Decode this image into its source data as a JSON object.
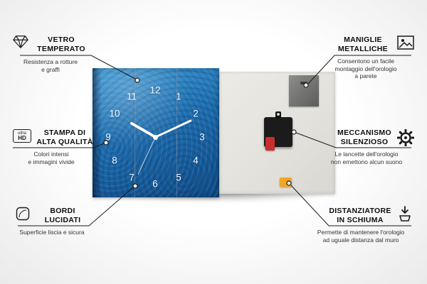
{
  "callouts": {
    "vetro": {
      "title": [
        "VETRO",
        "TEMPERATO"
      ],
      "desc": [
        "Resistenza a rotture",
        "e graffi"
      ],
      "icon": "diamond-icon"
    },
    "stampa": {
      "title": [
        "STAMPA DI",
        "ALTA QUALITÀ"
      ],
      "desc": [
        "Colori intensi",
        "e immagini vivide"
      ],
      "icon": "ultra-hd-badge",
      "icon_text": [
        "ultra",
        "HD"
      ]
    },
    "bordi": {
      "title": [
        "BORDI",
        "LUCIDATI"
      ],
      "desc": [
        "Superficie liscia e sicura"
      ],
      "icon": "rounded-edge-icon"
    },
    "maniglie": {
      "title": [
        "MANIGLIE",
        "METALLICHE"
      ],
      "desc": [
        "Consentono un facile",
        "montaggio dell'orologio",
        "a parete"
      ],
      "icon": "picture-frame-icon"
    },
    "meccanismo": {
      "title": [
        "MECCANISMO",
        "SILENZIOSO"
      ],
      "desc": [
        "Le lancette dell'orologio",
        "non emettono alcun suono"
      ],
      "icon": "gear-icon"
    },
    "distanziatore": {
      "title": [
        "DISTANZIATORE",
        "IN SCHIUMA"
      ],
      "desc": [
        "Permette di mantenere l'orologio",
        "ad uguale distanza dal muro"
      ],
      "icon": "foam-spacer-icon"
    }
  },
  "clock": {
    "numbers": [
      "1",
      "2",
      "3",
      "4",
      "5",
      "6",
      "7",
      "8",
      "9",
      "10",
      "11",
      "12"
    ]
  },
  "colors": {
    "face_blue_light": "#3b9bd8",
    "face_blue": "#1c6cae",
    "face_blue_dark": "#0e4a86",
    "back_panel": "#e5e3dd",
    "mechanism_black": "#1b1b1b",
    "battery_red": "#c62f2f",
    "foam_orange": "#f5a623",
    "line": "#1a1a1a"
  }
}
